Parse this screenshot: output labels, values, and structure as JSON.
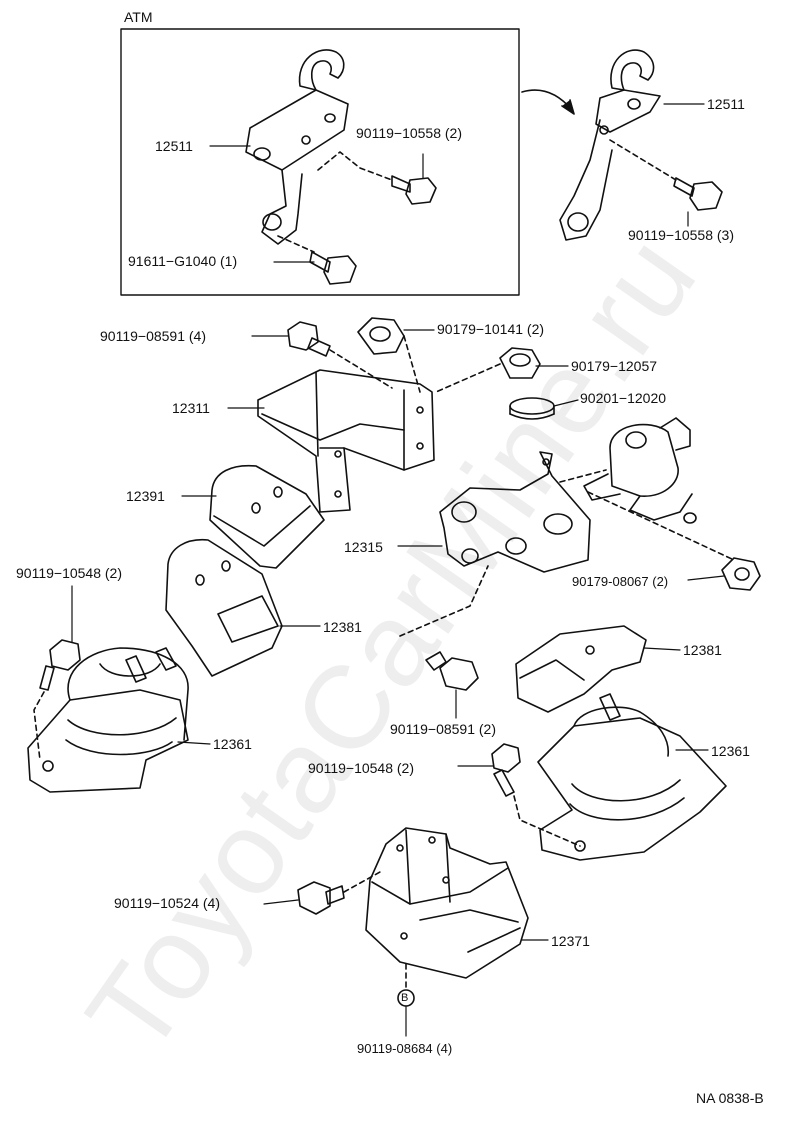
{
  "inset": {
    "title": "ATM"
  },
  "labels": {
    "p12511_inset": "12511",
    "p90119_10558_2": "90119−10558 (2)",
    "p91611_g1040": "91611−G1040 (1)",
    "p12511_right": "12511",
    "p90119_10558_3": "90119−10558 (3)",
    "p90119_08591_4": "90119−08591 (4)",
    "p90179_10141": "90179−10141 (2)",
    "p90179_12057": "90179−12057",
    "p90201_12020": "90201−12020",
    "p12311": "12311",
    "p12391": "12391",
    "p12315": "12315",
    "p90179_08067": "90179-08067 (2)",
    "p90119_10548_left": "90119−10548 (2)",
    "p12381_left": "12381",
    "p12381_right": "12381",
    "p90119_08591_2": "90119−08591 (2)",
    "p12361_left": "12361",
    "p12361_right": "12361",
    "p90119_10548_right": "90119−10548 (2)",
    "p90119_10524": "90119−10524 (4)",
    "p12371": "12371",
    "p90119_08684": "90119-08684 (4)",
    "callout_b": "B"
  },
  "figure_code": "NA  0838-B",
  "watermark": "ToyotaCarMine.ru",
  "colors": {
    "line": "#111111",
    "paper": "#ffffff",
    "watermark": "#cfcfcf"
  }
}
